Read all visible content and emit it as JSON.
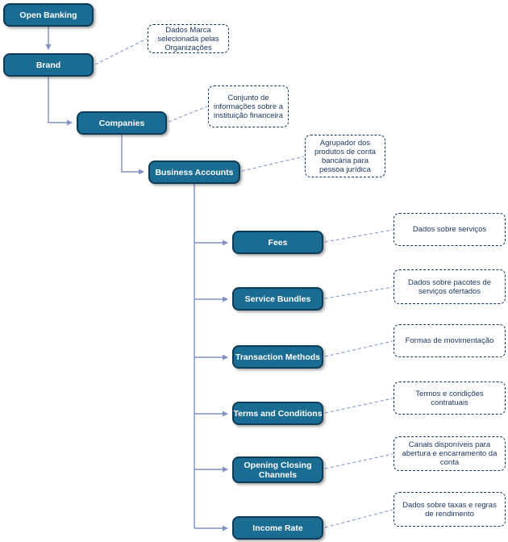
{
  "diagram": {
    "type": "hierarchy-tree",
    "colors": {
      "node_fill": "#1b6c92",
      "node_border": "#0e3c58",
      "node_text": "#ffffff",
      "note_border": "#17365d",
      "note_text": "#17365d",
      "connector": "#7e90c4",
      "note_link": "#8fa2cd"
    },
    "nodes": [
      {
        "id": "open-banking",
        "label": "Open Banking"
      },
      {
        "id": "brand",
        "label": "Brand"
      },
      {
        "id": "companies",
        "label": "Companies"
      },
      {
        "id": "business-accounts",
        "label": "Business Accounts"
      },
      {
        "id": "fees",
        "label": "Fees"
      },
      {
        "id": "service-bundles",
        "label": "Service Bundles"
      },
      {
        "id": "transaction-methods",
        "label": "Transaction Methods"
      },
      {
        "id": "terms-and-conditions",
        "label": "Terms and Conditions"
      },
      {
        "id": "opening-closing-channels",
        "label": "Opening Closing Channels"
      },
      {
        "id": "income-rate",
        "label": "Income Rate"
      }
    ],
    "annotations": [
      {
        "for": "brand",
        "text": "Dados Marca selecionada pelas Organizações"
      },
      {
        "for": "companies",
        "text": "Conjunto de informações sobre a instituição financeira"
      },
      {
        "for": "business-accounts",
        "text": "Agrupador dos produtos de conta bancária para pessoa jurídica"
      },
      {
        "for": "fees",
        "text": "Dados sobre serviços"
      },
      {
        "for": "service-bundles",
        "text": "Dados sobre pacotes de serviços ofertados"
      },
      {
        "for": "transaction-methods",
        "text": "Formas de movimentação"
      },
      {
        "for": "terms-and-conditions",
        "text": "Termos e condições contratuais"
      },
      {
        "for": "opening-closing-channels",
        "text": "Canais disponíveis para abertura e encarramento da conta"
      },
      {
        "for": "income-rate",
        "text": "Dados sobre taxas e regras de rendimento"
      }
    ]
  }
}
